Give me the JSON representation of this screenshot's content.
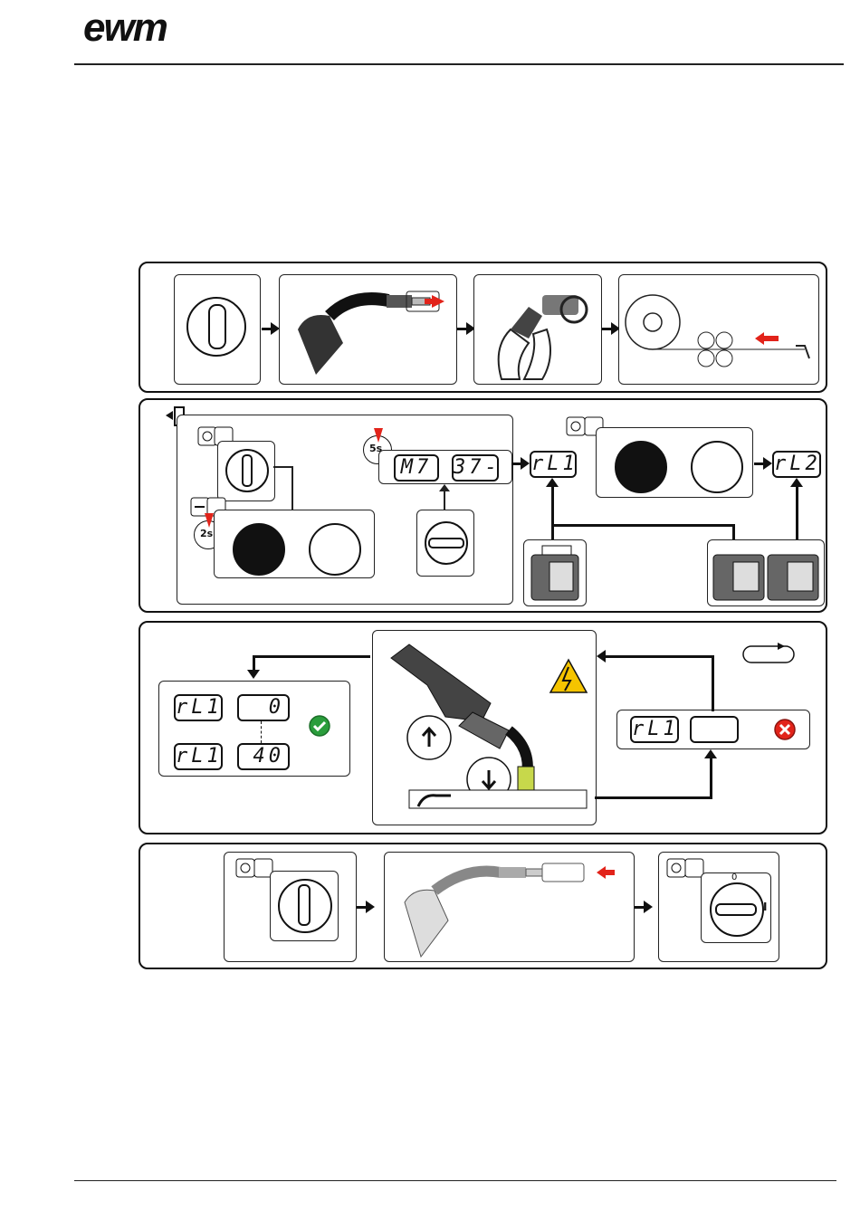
{
  "brand": {
    "logo_text": "ewm"
  },
  "panel2": {
    "timer_5s": "5s",
    "timer_2s": "2s",
    "display_left": "M7",
    "display_right": "37-",
    "rl1": "rL1",
    "rl2": "rL2"
  },
  "panel3": {
    "row1_left": "rL1",
    "row1_right": "0",
    "row2_left": "rL1",
    "row2_right": "40",
    "error_left": "rL1",
    "error_right": ""
  },
  "panel4": {
    "switch_off_label": "0",
    "switch_on_label": "I"
  },
  "colors": {
    "accent_red": "#e2231a",
    "ok_green": "#2a9d3c",
    "warn_yellow": "#f5c400"
  }
}
